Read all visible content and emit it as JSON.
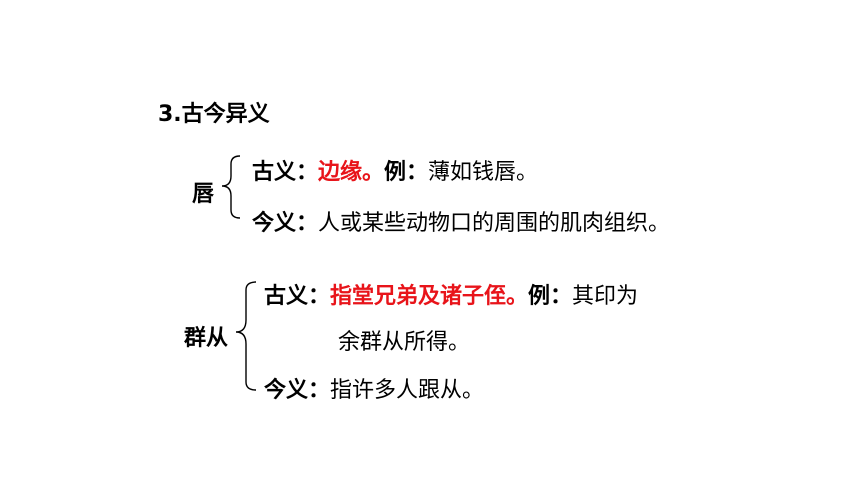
{
  "section_title": "3.古今异义",
  "entries": [
    {
      "word": "唇",
      "ancient_label": "古义：",
      "ancient_meaning": "边缘。",
      "ancient_example_label": "例：",
      "ancient_example": "薄如钱唇。",
      "modern_label": "今义：",
      "modern_meaning": "人或某些动物口的周围的肌肉组织。"
    },
    {
      "word": "群从",
      "ancient_label": "古义：",
      "ancient_meaning": "指堂兄弟及诸子侄。",
      "ancient_example_label": "例：",
      "ancient_example_line1": "其印为",
      "ancient_example_line2": "余群从所得。",
      "modern_label": "今义：",
      "modern_meaning": "指许多人跟从。"
    }
  ],
  "colors": {
    "highlight": "#e8141a",
    "text": "#000000"
  }
}
